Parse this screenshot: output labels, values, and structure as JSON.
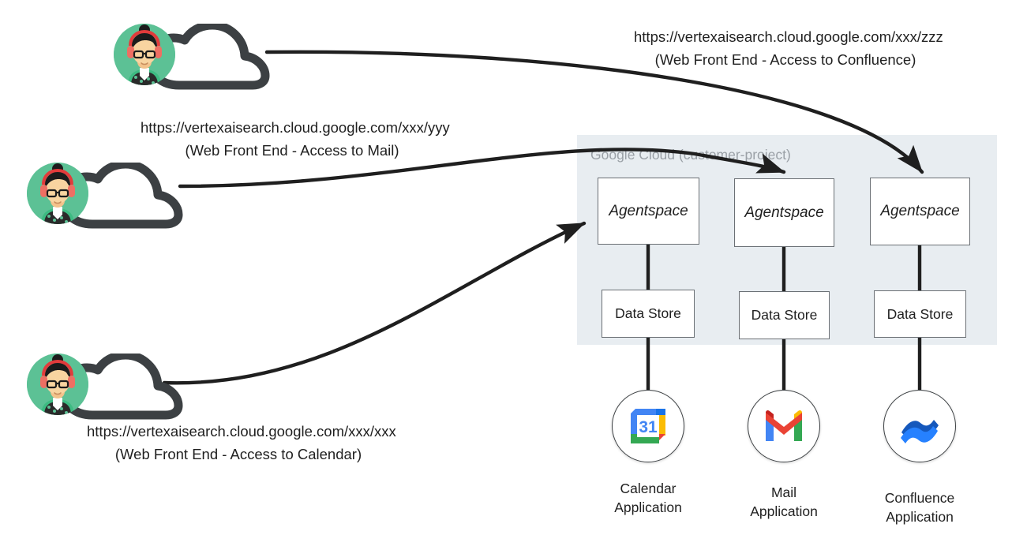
{
  "diagram": {
    "container": {
      "label": "Google Cloud (customer-project)"
    },
    "users": [
      {
        "id": "user-confluence",
        "icon": "user-cloud-icon",
        "url": "https://vertexaisearch.cloud.google.com/xxx/zzz",
        "description": "(Web Front End - Access to Confluence)"
      },
      {
        "id": "user-mail",
        "icon": "user-cloud-icon",
        "url": "https://vertexaisearch.cloud.google.com/xxx/yyy",
        "description": "(Web Front End - Access to Mail)"
      },
      {
        "id": "user-calendar",
        "icon": "user-cloud-icon",
        "url": "https://vertexaisearch.cloud.google.com/xxx/xxx",
        "description": "(Web Front End - Access to Calendar)"
      }
    ],
    "columns": [
      {
        "id": "calendar",
        "agentspace_label": "Agentspace",
        "datastore_label": "Data Store",
        "app_icon": "google-calendar-icon",
        "app_label_line1": "Calendar",
        "app_label_line2": "Application"
      },
      {
        "id": "mail",
        "agentspace_label": "Agentspace",
        "datastore_label": "Data Store",
        "app_icon": "gmail-icon",
        "app_label_line1": "Mail",
        "app_label_line2": "Application"
      },
      {
        "id": "confluence",
        "agentspace_label": "Agentspace",
        "datastore_label": "Data Store",
        "app_icon": "confluence-icon",
        "app_label_line1": "Confluence",
        "app_label_line2": "Application"
      }
    ],
    "colors": {
      "container_bg": "#e8edf1",
      "container_label": "#9aa0a6",
      "box_border": "#6b7075",
      "connector": "#1f1f1f",
      "cloud": "#3c4043",
      "avatar_bg": "#5cc195",
      "calendar_blue": "#4285f4",
      "calendar_yellow": "#fbbc04",
      "calendar_green": "#34a853",
      "calendar_red": "#ea4335",
      "gmail_red": "#ea4335",
      "gmail_blue": "#4285f4",
      "gmail_green": "#34a853",
      "gmail_yellow": "#fbbc04",
      "confluence_dark": "#1558bc",
      "confluence_light": "#2681ff"
    }
  }
}
